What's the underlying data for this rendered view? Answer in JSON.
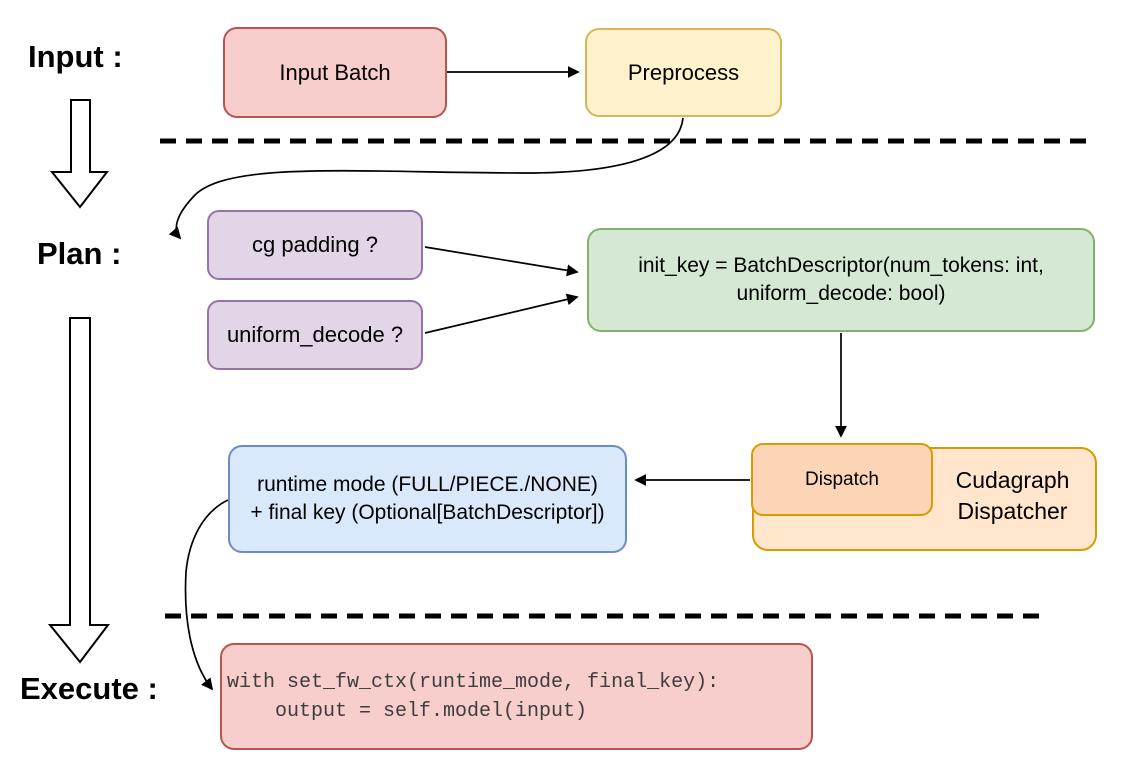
{
  "stages": {
    "input_label": "Input :",
    "plan_label": "Plan :",
    "execute_label": "Execute :"
  },
  "nodes": {
    "input_batch": {
      "label": "Input Batch"
    },
    "preprocess": {
      "label": "Preprocess"
    },
    "cg_padding": {
      "label": "cg padding ?"
    },
    "uniform_decode": {
      "label": "uniform_decode ?"
    },
    "init_key": {
      "line1": "init_key = BatchDescriptor(num_tokens: int,",
      "line2": "uniform_decode: bool)"
    },
    "dispatch": {
      "label": "Dispatch"
    },
    "cudagraph_dispatcher": {
      "label": "Cudagraph Dispatcher"
    },
    "runtime_result": {
      "line1": "runtime mode (FULL/PIECE./NONE)",
      "line2": "+ final key (Optional[BatchDescriptor])"
    },
    "execute_code": {
      "line1": "with set_fw_ctx(runtime_mode, final_key):",
      "line2": "    output = self.model(input)"
    }
  },
  "colors": {
    "red_fill": "#f8cecc",
    "red_stroke": "#b85450",
    "yellow_fill": "#fff2cc",
    "yellow_stroke": "#d6b656",
    "purple_fill": "#e1d5e7",
    "purple_stroke": "#9673a6",
    "green_fill": "#d5e8d4",
    "green_stroke": "#82b366",
    "orange_fill": "#ffe6cc",
    "orange_dark_fill": "#fbd5b5",
    "orange_stroke": "#d79b00",
    "blue_fill": "#dae8fc",
    "blue_stroke": "#6c8ebf",
    "line_color": "#000000",
    "code_text": "#3d3d3d"
  }
}
